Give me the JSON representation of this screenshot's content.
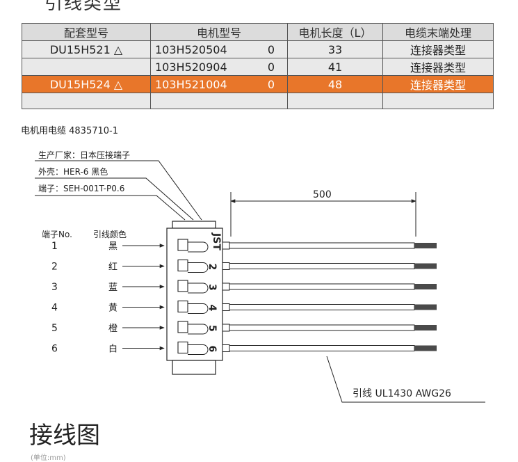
{
  "top_title": "引线类型",
  "table": {
    "headers": [
      "配套型号",
      "电机型号",
      "电机长度（L）",
      "电缆末端处理"
    ],
    "rows": [
      {
        "model": "DU15H521 △",
        "part": "103H520504",
        "suffix": "0",
        "length": "33",
        "processing": "连接器类型",
        "highlight": false
      },
      {
        "model": "",
        "part": "103H520904",
        "suffix": "0",
        "length": "41",
        "processing": "连接器类型",
        "highlight": false
      },
      {
        "model": "DU15H524 △",
        "part": "103H521004",
        "suffix": "0",
        "length": "48",
        "processing": "连接器类型",
        "highlight": true
      },
      {
        "model": "",
        "part": "",
        "suffix": "",
        "length": "",
        "processing": "",
        "highlight": false
      }
    ],
    "highlight_color": "#e8762a"
  },
  "cable_note": "电机用电缆  4835710-1",
  "callouts": [
    "生产厂家：日本压接端子",
    "外壳：HER-6 黑色",
    "端子：SEH-001T-P0.6"
  ],
  "dimension": "500",
  "pin_header": {
    "no": "端子No.",
    "color": "引线颜色"
  },
  "pins": [
    {
      "no": "1",
      "color": "黑"
    },
    {
      "no": "2",
      "color": "红"
    },
    {
      "no": "3",
      "color": "蓝"
    },
    {
      "no": "4",
      "color": "黄"
    },
    {
      "no": "5",
      "color": "橙"
    },
    {
      "no": "6",
      "color": "白"
    }
  ],
  "connector_brand": "JST",
  "housing_digits": [
    "2",
    "3",
    "4",
    "5",
    "6"
  ],
  "lead_wire_label": "引线   UL1430 AWG26",
  "section_title": "接线图",
  "footer_note": "(单位:mm)"
}
